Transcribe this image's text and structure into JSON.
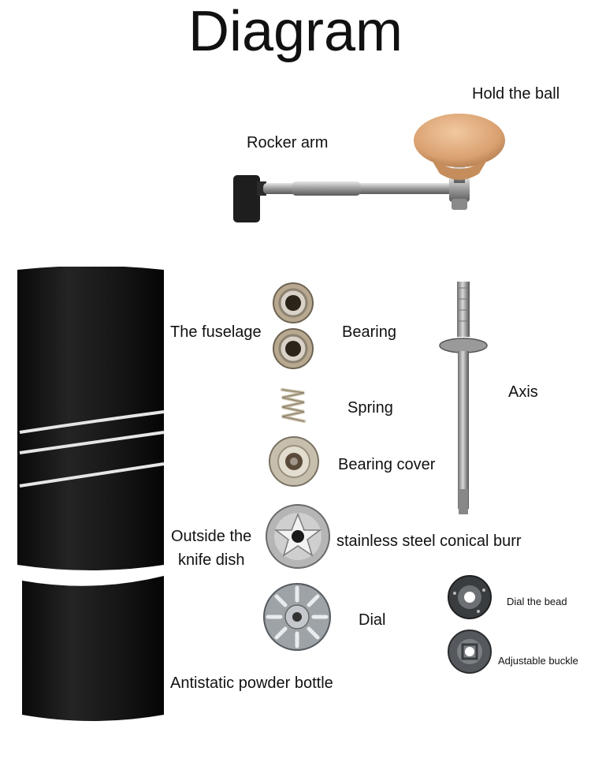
{
  "title": "Diagram",
  "labels": {
    "hold_ball": "Hold the ball",
    "rocker_arm": "Rocker arm",
    "fuselage": "The fuselage",
    "bearing": "Bearing",
    "axis": "Axis",
    "spring": "Spring",
    "bearing_cover": "Bearing cover",
    "outside_knife_line1": "Outside the",
    "outside_knife_line2": "knife dish",
    "burr": "stainless steel conical burr",
    "dial": "Dial",
    "dial_bead": "Dial the bead",
    "adjustable_buckle": "Adjustable buckle",
    "powder_bottle": "Antistatic powder bottle"
  }
}
